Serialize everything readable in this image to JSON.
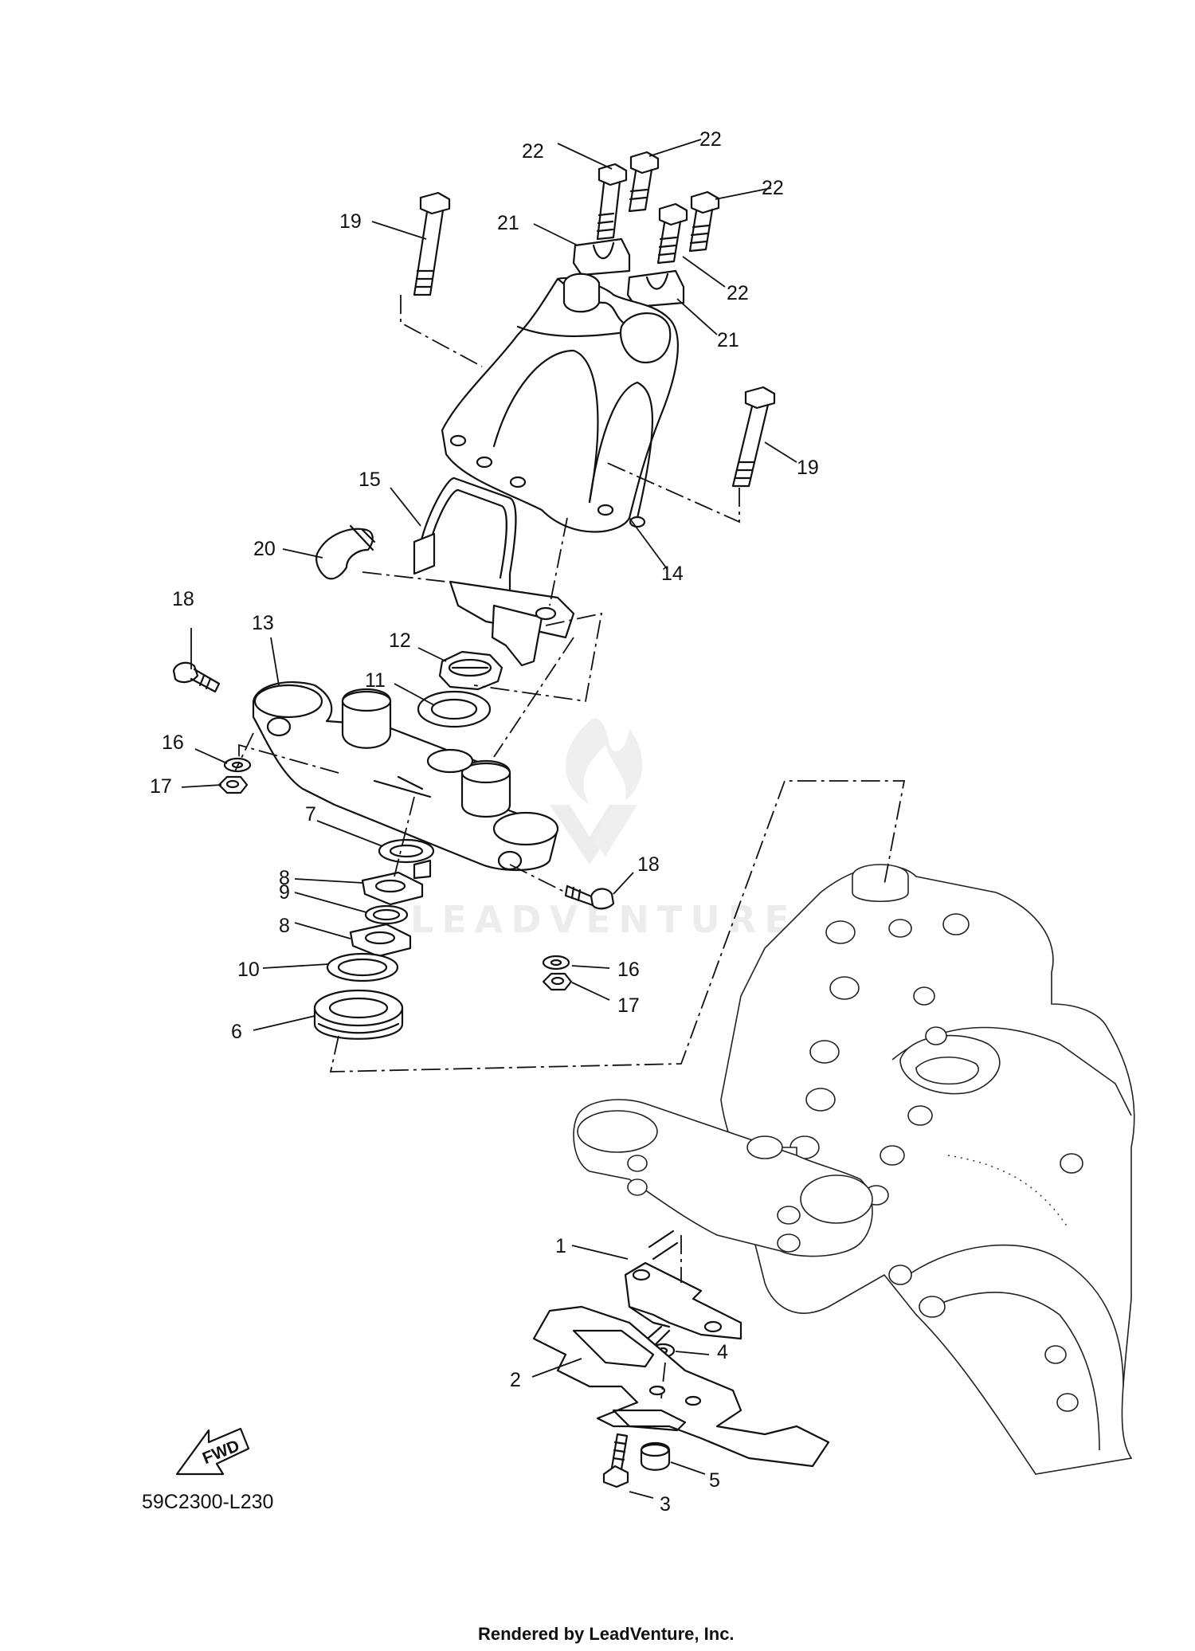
{
  "diagram_code": "59C2300-L230",
  "footer": "Rendered by LeadVenture, Inc.",
  "watermark": "LEADVENTURE",
  "direction_marker": "FWD",
  "callouts": {
    "c1": "1",
    "c2": "2",
    "c3": "3",
    "c4": "4",
    "c5": "5",
    "c6": "6",
    "c7": "7",
    "c8a": "8",
    "c8b": "8",
    "c9": "9",
    "c10": "10",
    "c11": "11",
    "c12": "12",
    "c13": "13",
    "c14": "14",
    "c15": "15",
    "c16a": "16",
    "c16b": "16",
    "c17a": "17",
    "c17b": "17",
    "c18a": "18",
    "c18b": "18",
    "c19a": "19",
    "c19b": "19",
    "c20": "20",
    "c21a": "21",
    "c21b": "21",
    "c22a": "22",
    "c22b": "22",
    "c22c": "22",
    "c22d": "22"
  }
}
